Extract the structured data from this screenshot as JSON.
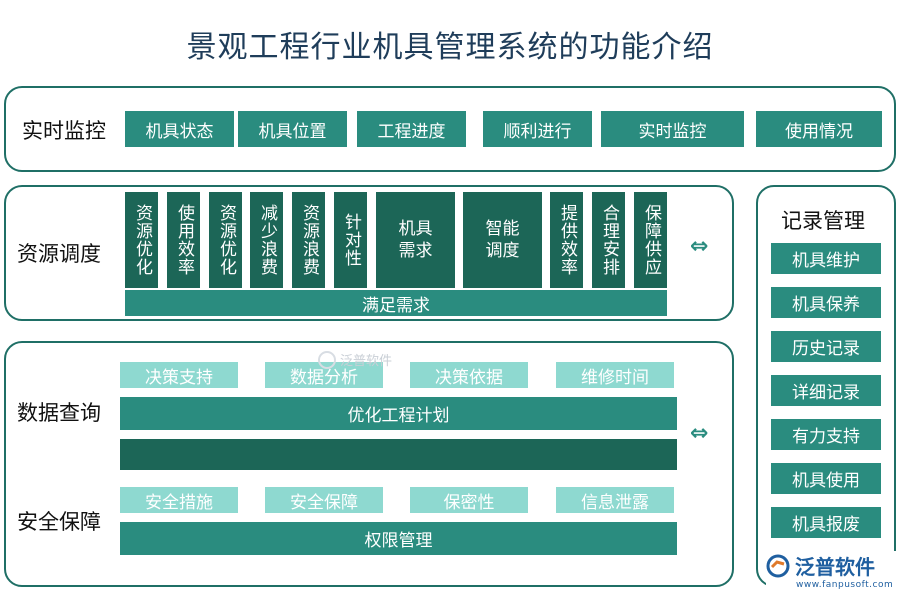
{
  "title": "景观工程行业机具管理系统的功能介绍",
  "realtime": {
    "label": "实时监控",
    "items": [
      "机具状态",
      "机具位置",
      "工程进度",
      "顺利进行",
      "实时监控",
      "使用情况"
    ]
  },
  "resource": {
    "label": "资源调度",
    "items": [
      "资源优化",
      "使用效率",
      "资源优化",
      "减少浪费",
      "资源浪费",
      "针对性",
      "机具需求",
      "智能调度",
      "提供效率",
      "合理安排",
      "保障供应"
    ],
    "bottom": "满足需求",
    "arrow": "⇔"
  },
  "data_query": {
    "label": "数据查询",
    "items": [
      "决策支持",
      "数据分析",
      "决策依据",
      "维修时间"
    ],
    "bar": "优化工程计划",
    "arrow": "⇔"
  },
  "security": {
    "label": "安全保障",
    "items": [
      "安全措施",
      "安全保障",
      "保密性",
      "信息泄露"
    ],
    "bar": "权限管理"
  },
  "records": {
    "label": "记录管理",
    "items": [
      "机具维护",
      "机具保养",
      "历史记录",
      "详细记录",
      "有力支持",
      "机具使用",
      "机具报废"
    ]
  },
  "watermark": "泛普软件",
  "logo": {
    "name": "泛普软件",
    "url": "www.fanpusoft.com"
  },
  "colors": {
    "mid_green": "#2a8c7f",
    "dark_green": "#1c6657",
    "light_teal": "#8ed9d0",
    "title": "#1f3d5a"
  }
}
